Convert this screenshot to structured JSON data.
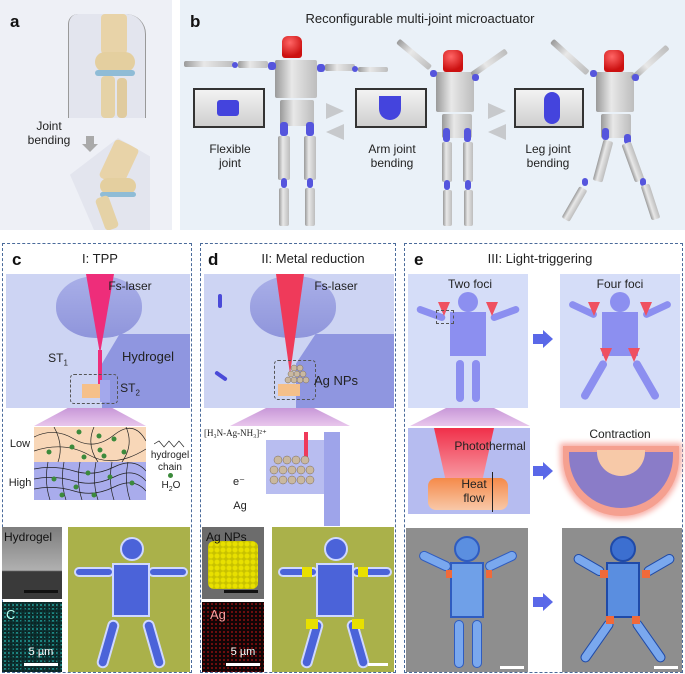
{
  "panels": {
    "a": {
      "letter": "a",
      "label": "Joint bending"
    },
    "b": {
      "letter": "b",
      "title": "Reconfigurable multi-joint microactuator",
      "labels": [
        "Flexible joint",
        "Arm joint bending",
        "Leg joint bending"
      ],
      "colors": {
        "joint": "#5555dd",
        "head": "#cc1111",
        "body": "#c4c4c4"
      }
    },
    "c": {
      "letter": "c",
      "title": "I: TPP",
      "fs_laser": "Fs-laser",
      "hydrogel": "Hydrogel",
      "st1": "ST",
      "st1_sub": "1",
      "st2": "ST",
      "st2_sub": "2",
      "low": "Low",
      "high": "High",
      "legend_chain": "hydrogel chain",
      "legend_water": "H",
      "legend_water_sub": "2",
      "legend_water_end": "O",
      "sem_label": "Hydrogel",
      "eds_label": "C",
      "scale": "5 µm"
    },
    "d": {
      "letter": "d",
      "title": "II: Metal reduction",
      "fs_laser": "Fs-laser",
      "ag_nps": "Ag NPs",
      "complex": "[H₃N-Ag-NH₃]²⁺",
      "electron": "e⁻",
      "ag": "Ag",
      "sem_label": "Ag NPs",
      "eds_label": "Ag",
      "scale": "5 µm"
    },
    "e": {
      "letter": "e",
      "title": "III: Light-triggering",
      "two_foci": "Two foci",
      "four_foci": "Four foci",
      "photothermal": "Photothermal",
      "heat_flow": "Heat flow",
      "contraction": "Contraction"
    }
  }
}
